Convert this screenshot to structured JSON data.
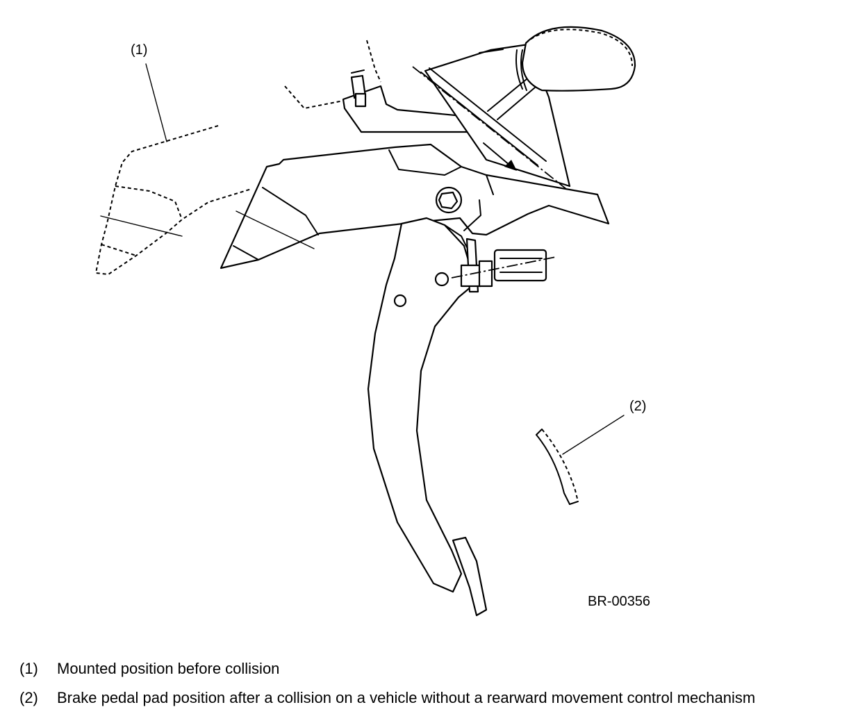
{
  "callouts": {
    "c1": "(1)",
    "c2": "(2)"
  },
  "figure_code": "BR-00356",
  "legend": [
    {
      "num": "(1)",
      "text": "Mounted position before collision"
    },
    {
      "num": "(2)",
      "text": "Brake pedal pad position after a collision on a vehicle without a rearward movement control mechanism"
    }
  ],
  "colors": {
    "line": "#000000",
    "background": "#ffffff"
  }
}
